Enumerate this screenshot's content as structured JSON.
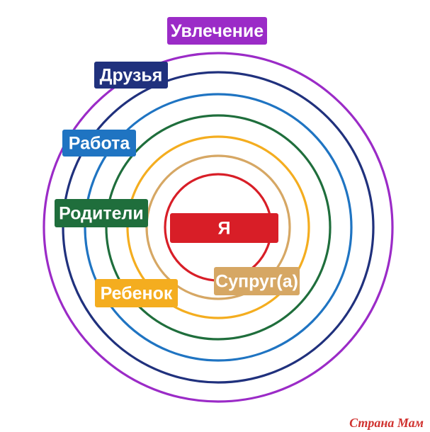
{
  "rings": [
    {
      "name": "hobby",
      "label": "Увлечение",
      "color": "#9b2bc7"
    },
    {
      "name": "friends",
      "label": "Друзья",
      "color": "#20317d"
    },
    {
      "name": "work",
      "label": "Работа",
      "color": "#1f74c2"
    },
    {
      "name": "parents",
      "label": "Родители",
      "color": "#1f6e3c"
    },
    {
      "name": "child",
      "label": "Ребенок",
      "color": "#f4ad1f"
    },
    {
      "name": "spouse",
      "label": "Супруг(а)",
      "color": "#d6a764"
    },
    {
      "name": "self",
      "label": "Я",
      "color": "#d81e27"
    }
  ],
  "watermark": "Страна Мам"
}
